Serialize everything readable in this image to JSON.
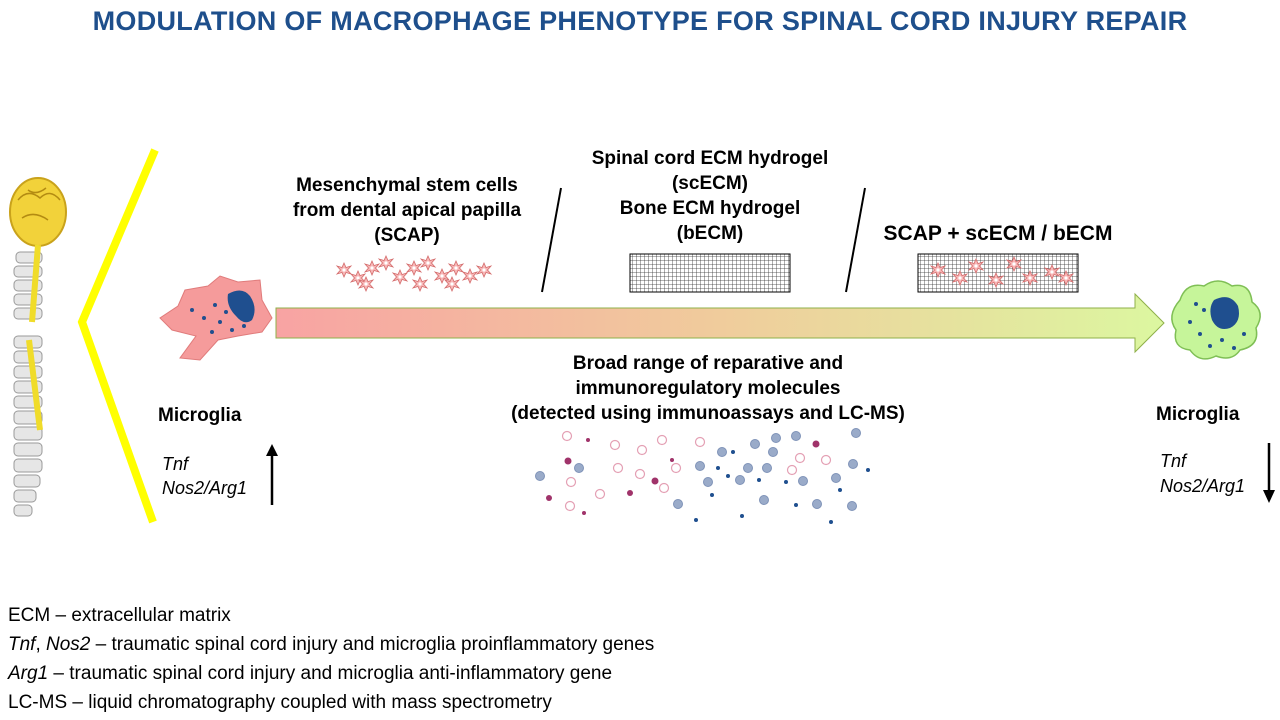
{
  "title": "MODULATION OF MACROPHAGE PHENOTYPE FOR SPINAL CORD INJURY REPAIR",
  "colors": {
    "title": "#1e4f8c",
    "yellow_lines": "#ffff00",
    "arrow_start": "#f8a3a3",
    "arrow_end": "#dcf7a0",
    "cell_left": "#f59b9b",
    "cell_right": "#c6f59a",
    "nucleus": "#1f4f8f"
  },
  "sections": {
    "scap": {
      "line1": "Mesenchymal stem cells",
      "line2": "from dental apical papilla",
      "line3": "(SCAP)"
    },
    "hydrogel": {
      "line1": "Spinal cord ECM hydrogel",
      "line2": "(scECM)",
      "line3": "Bone ECM hydrogel",
      "line4": "(bECM)"
    },
    "combo": {
      "label": "SCAP + scECM / bECM"
    },
    "molecules": {
      "line1": "Broad range of reparative and",
      "line2": "immunoregulatory molecules",
      "line3": "(detected using immunoassays and LC-MS)"
    }
  },
  "left_cell": {
    "label": "Microglia",
    "gene1": "Tnf",
    "gene2": "Nos2/Arg1",
    "arrow": "up"
  },
  "right_cell": {
    "label": "Microglia",
    "gene1": "Tnf",
    "gene2": "Nos2/Arg1",
    "arrow": "down"
  },
  "icons": {
    "spine": "spinal-cord-icon",
    "stem_cells": "stem-cells-icon",
    "hydrogel": "hydrogel-mesh-icon",
    "combo": "cells-in-hydrogel-icon",
    "molecules": "molecules-dots-icon"
  },
  "legend": [
    {
      "term": "ECM",
      "italic": false,
      "desc": " – extracellular matrix"
    },
    {
      "term": "Tnf",
      "italic": true,
      "sep": ", ",
      "term2": "Nos2",
      "desc": " –  traumatic spinal cord injury and microglia proinflammatory  genes"
    },
    {
      "term": "Arg1",
      "italic": true,
      "desc": " – traumatic spinal cord injury and microglia anti-inflammatory  gene"
    },
    {
      "term": "LC-MS",
      "italic": false,
      "desc": " – liquid chromatography  coupled with mass spectrometry"
    }
  ]
}
